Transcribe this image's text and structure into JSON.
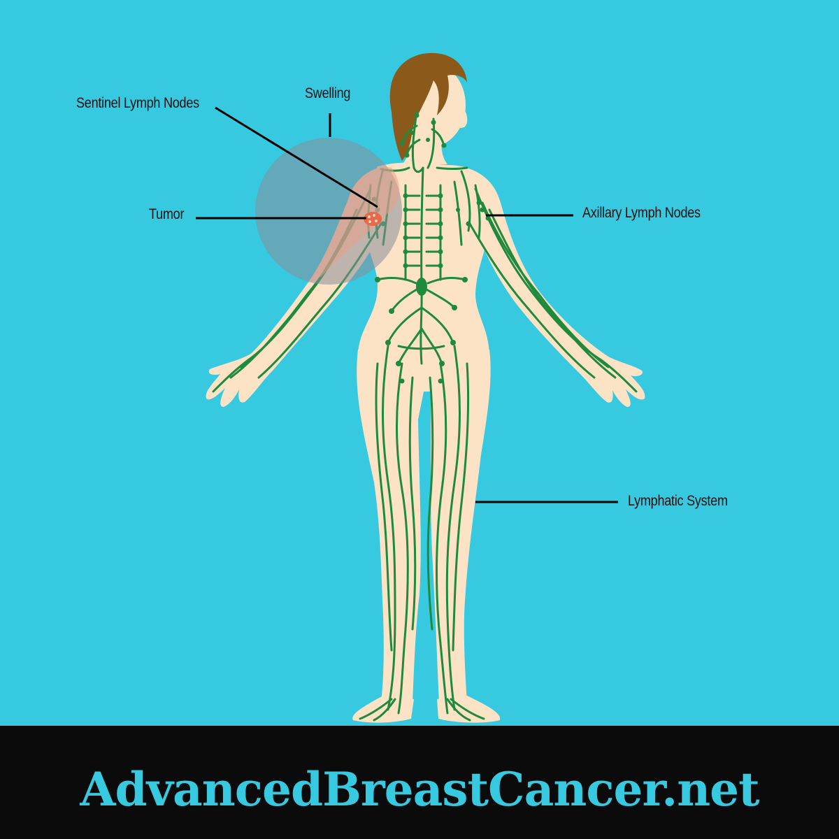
{
  "labels": {
    "sentinel": "Sentinel Lymph Nodes",
    "swelling": "Swelling",
    "tumor": "Tumor",
    "axillary": "Axillary Lymph Nodes",
    "lymphatic": "Lymphatic System"
  },
  "footer": {
    "site": "AdvancedBreastCancer.net"
  },
  "colors": {
    "background": "#37c9e0",
    "skin": "#fce3c6",
    "hair": "#8b5a1b",
    "lymph": "#1f8a3c",
    "swelling": "#7a8f9f",
    "tumor": "#e8694a",
    "footer": "#0b0b0b"
  }
}
